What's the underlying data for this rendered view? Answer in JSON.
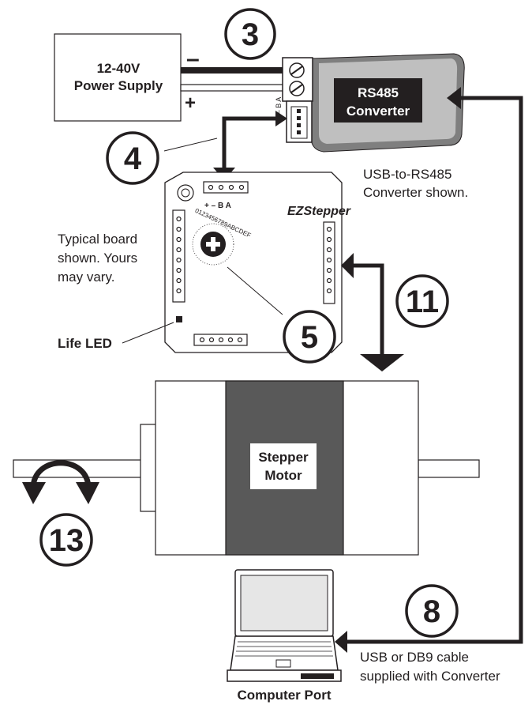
{
  "power_supply": {
    "line1": "12-40V",
    "line2": "Power Supply",
    "minus": "–",
    "plus": "+"
  },
  "converter": {
    "line1": "RS485",
    "line2": "Converter",
    "pins": "+ – B A"
  },
  "converter_note": {
    "line1": "USB-to-RS485",
    "line2": "Converter shown."
  },
  "board": {
    "name": "EZStepper",
    "header_labels": "+ –  B A",
    "dial_digits": "0123456789ABCDEF"
  },
  "board_note": {
    "line1": "Typical board",
    "line2": "shown. Yours",
    "line3": "may vary."
  },
  "life_led": "Life LED",
  "motor": {
    "line1": "Stepper",
    "line2": "Motor"
  },
  "cable_note": {
    "line1": "USB or DB9 cable",
    "line2": "supplied with Converter"
  },
  "computer_label": "Computer Port",
  "steps": {
    "s3": "3",
    "s4": "4",
    "s5": "5",
    "s8": "8",
    "s11": "11",
    "s13": "13"
  },
  "colors": {
    "ink": "#231f20",
    "motor_band": "#595959",
    "converter_body": "#7f7f7f",
    "converter_face": "#bfbfbf",
    "laptop_screen": "#e6e6e6"
  }
}
